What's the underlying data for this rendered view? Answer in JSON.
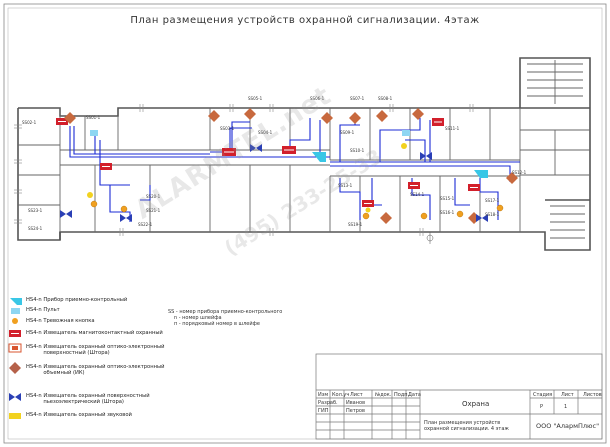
{
  "drawing": {
    "title": "План размещения устройств охранной сигнализации. 4этаж"
  },
  "device_labels": {
    "s1": "SS01-1",
    "s2": "SS02-1",
    "s3": "SS03-1",
    "s4": "SS04-1",
    "s5": "SS05-1",
    "s6": "SS06-1",
    "s7": "SS07-1",
    "s8": "SS08-1",
    "s9": "SS09-1",
    "s10": "SS10-1",
    "s11": "SS11-1",
    "s12": "SS12-1",
    "s13": "SS13-1",
    "s14": "SS14-1",
    "s15": "SS15-1",
    "s16": "SS16-1",
    "s17": "SS17-1",
    "s18": "SS18-1",
    "s19": "SS19-1",
    "s20": "SS20-1",
    "s21": "SS21-1",
    "s22": "SS22-1",
    "s23": "SS23-1",
    "s24": "SS24-1"
  },
  "legend": {
    "items": [
      {
        "code": "HS4-n",
        "text": "Прибор приемно-контрольный",
        "icon": "panel-icon",
        "color": "#39c7e6"
      },
      {
        "code": "HS4-n",
        "text": "Пульт",
        "icon": "keypad-icon",
        "color": "#8ed6f2"
      },
      {
        "code": "HS4-n",
        "text": "Тревожная кнопка",
        "icon": "alarm-button-icon",
        "color": "#f0a020"
      },
      {
        "code": "HS4-n",
        "text": "Извещатель магнитоконтактный охранный",
        "icon": "magnetic-contact-icon",
        "color": "#d21f2b"
      },
      {
        "code": "HS4-n",
        "text": "Извещатель охранный оптико-электронный поверхностный (Штора)",
        "icon": "curtain-detector-icon",
        "color": "#d9552f"
      },
      {
        "code": "HS4-n",
        "text": "Извещатель охранный оптико-электронный объемный (ИК)",
        "icon": "ir-detector-icon",
        "color": "#b5614a"
      },
      {
        "code": "HS4-n",
        "text": "Извещатель охранный поверхностный пьезоэлектрический (Штора)",
        "icon": "piezo-detector-icon",
        "color": "#2a3fb5"
      },
      {
        "code": "HS4-n",
        "text": "Извещатель охранный звуковой",
        "icon": "acoustic-detector-icon",
        "color": "#f2d21f"
      }
    ],
    "note": [
      "SS - номер прибора приемно-контрольного",
      "n - номер шлейфа",
      "п - порядковый номер в шлейфе"
    ]
  },
  "title_block": {
    "headers": [
      "Изм",
      "Кол.уч",
      "Лист",
      "№док.",
      "Подп.",
      "Дата"
    ],
    "row1": [
      "Разраб.",
      "Иванов"
    ],
    "row2": [
      "ГИП",
      "Петров"
    ],
    "center_title": "Охрана",
    "sheet_desc": "План размещения устройств охранной сигнализации. 4 этаж",
    "stage_header": "Стадия",
    "sheet_header": "Лист",
    "sheets_header": "Листов",
    "stage": "Р",
    "sheet": "1",
    "company": "ООО \"АлармПлюс\""
  },
  "watermark": {
    "line1": "ALARMTEL.net",
    "line2": "(495) 233-25-33"
  },
  "colors": {
    "wiring": "#1b2bd6",
    "walls": "#555555",
    "detector_red": "#d21f2b",
    "detector_orange": "#c8693e",
    "panel_cyan": "#39c7e6"
  }
}
